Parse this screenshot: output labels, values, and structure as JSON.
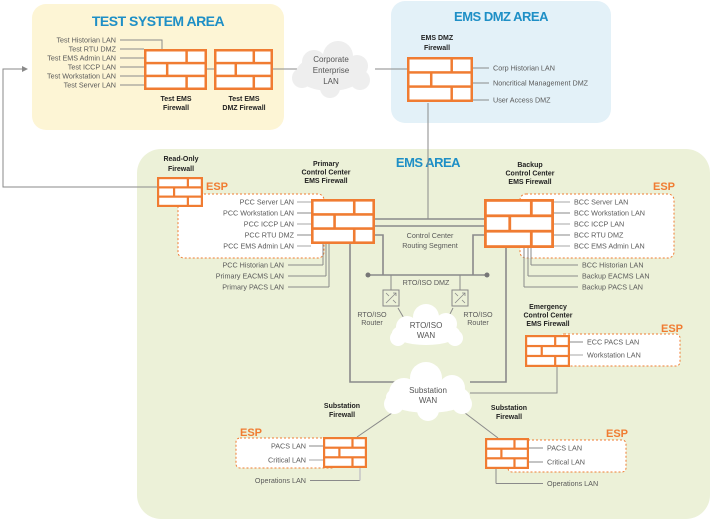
{
  "colors": {
    "test_area_bg": "#fdf5d5",
    "dmz_area_bg": "#e3f1f8",
    "ems_area_bg": "#ecf1d8",
    "firewall": "#f07c32",
    "area_title": "#1e8fc6",
    "line": "#8a8a8a"
  },
  "areas": {
    "test": {
      "title": "TEST SYSTEM AREA"
    },
    "dmz": {
      "title": "EMS DMZ AREA"
    },
    "ems": {
      "title": "EMS AREA"
    }
  },
  "test_system": {
    "lans": [
      "Test Historian LAN",
      "Test RTU DMZ",
      "Test EMS Admin LAN",
      "Test ICCP LAN",
      "Test Workstation LAN",
      "Test Server LAN"
    ],
    "firewall_1": [
      "Test EMS",
      "Firewall"
    ],
    "firewall_2": [
      "Test EMS",
      "DMZ Firewall"
    ]
  },
  "corporate_cloud": [
    "Corporate",
    "Enterprise",
    "LAN"
  ],
  "ems_dmz": {
    "firewall": [
      "EMS DMZ",
      "Firewall"
    ],
    "lans": [
      "Corp Historian LAN",
      "Noncritical Management DMZ",
      "User Access DMZ"
    ]
  },
  "esp_label": "ESP",
  "read_only_firewall": [
    "Read-Only",
    "Firewall"
  ],
  "primary": {
    "firewall": [
      "Primary",
      "Control Center",
      "EMS Firewall"
    ],
    "esp_lans": [
      "PCC Server LAN",
      "PCC Workstation LAN",
      "PCC ICCP LAN",
      "PCC RTU DMZ",
      "PCC EMS Admin LAN"
    ],
    "other_lans": [
      "PCC Historian LAN",
      "Primary EACMS LAN",
      "Primary PACS LAN"
    ]
  },
  "backup": {
    "firewall": [
      "Backup",
      "Control Center",
      "EMS Firewall"
    ],
    "esp_lans": [
      "BCC Server LAN",
      "BCC Workstation LAN",
      "BCC ICCP LAN",
      "BCC RTU DMZ",
      "BCC EMS Admin LAN"
    ],
    "other_lans": [
      "BCC Historian LAN",
      "Backup EACMS LAN",
      "Backup PACS LAN"
    ]
  },
  "routing_segment": [
    "Control Center",
    "Routing Segment"
  ],
  "rto_dmz": "RTO/ISO DMZ",
  "rto_router": [
    "RTO/ISO",
    "Router"
  ],
  "rto_wan": [
    "RTO/ISO",
    "WAN"
  ],
  "substation_wan": [
    "Substation",
    "WAN"
  ],
  "emergency": {
    "firewall": [
      "Emergency",
      "Control Center",
      "EMS Firewall"
    ],
    "lans": [
      "ECC PACS LAN",
      "Workstation LAN"
    ]
  },
  "substation_left": {
    "firewall": [
      "Substation",
      "Firewall"
    ],
    "esp_lans": [
      "PACS LAN",
      "Critical LAN"
    ],
    "other_lan": "Operations LAN"
  },
  "substation_right": {
    "firewall": [
      "Substation",
      "Firewall"
    ],
    "esp_lans": [
      "PACS LAN",
      "Critical LAN"
    ],
    "other_lan": "Operations LAN"
  }
}
